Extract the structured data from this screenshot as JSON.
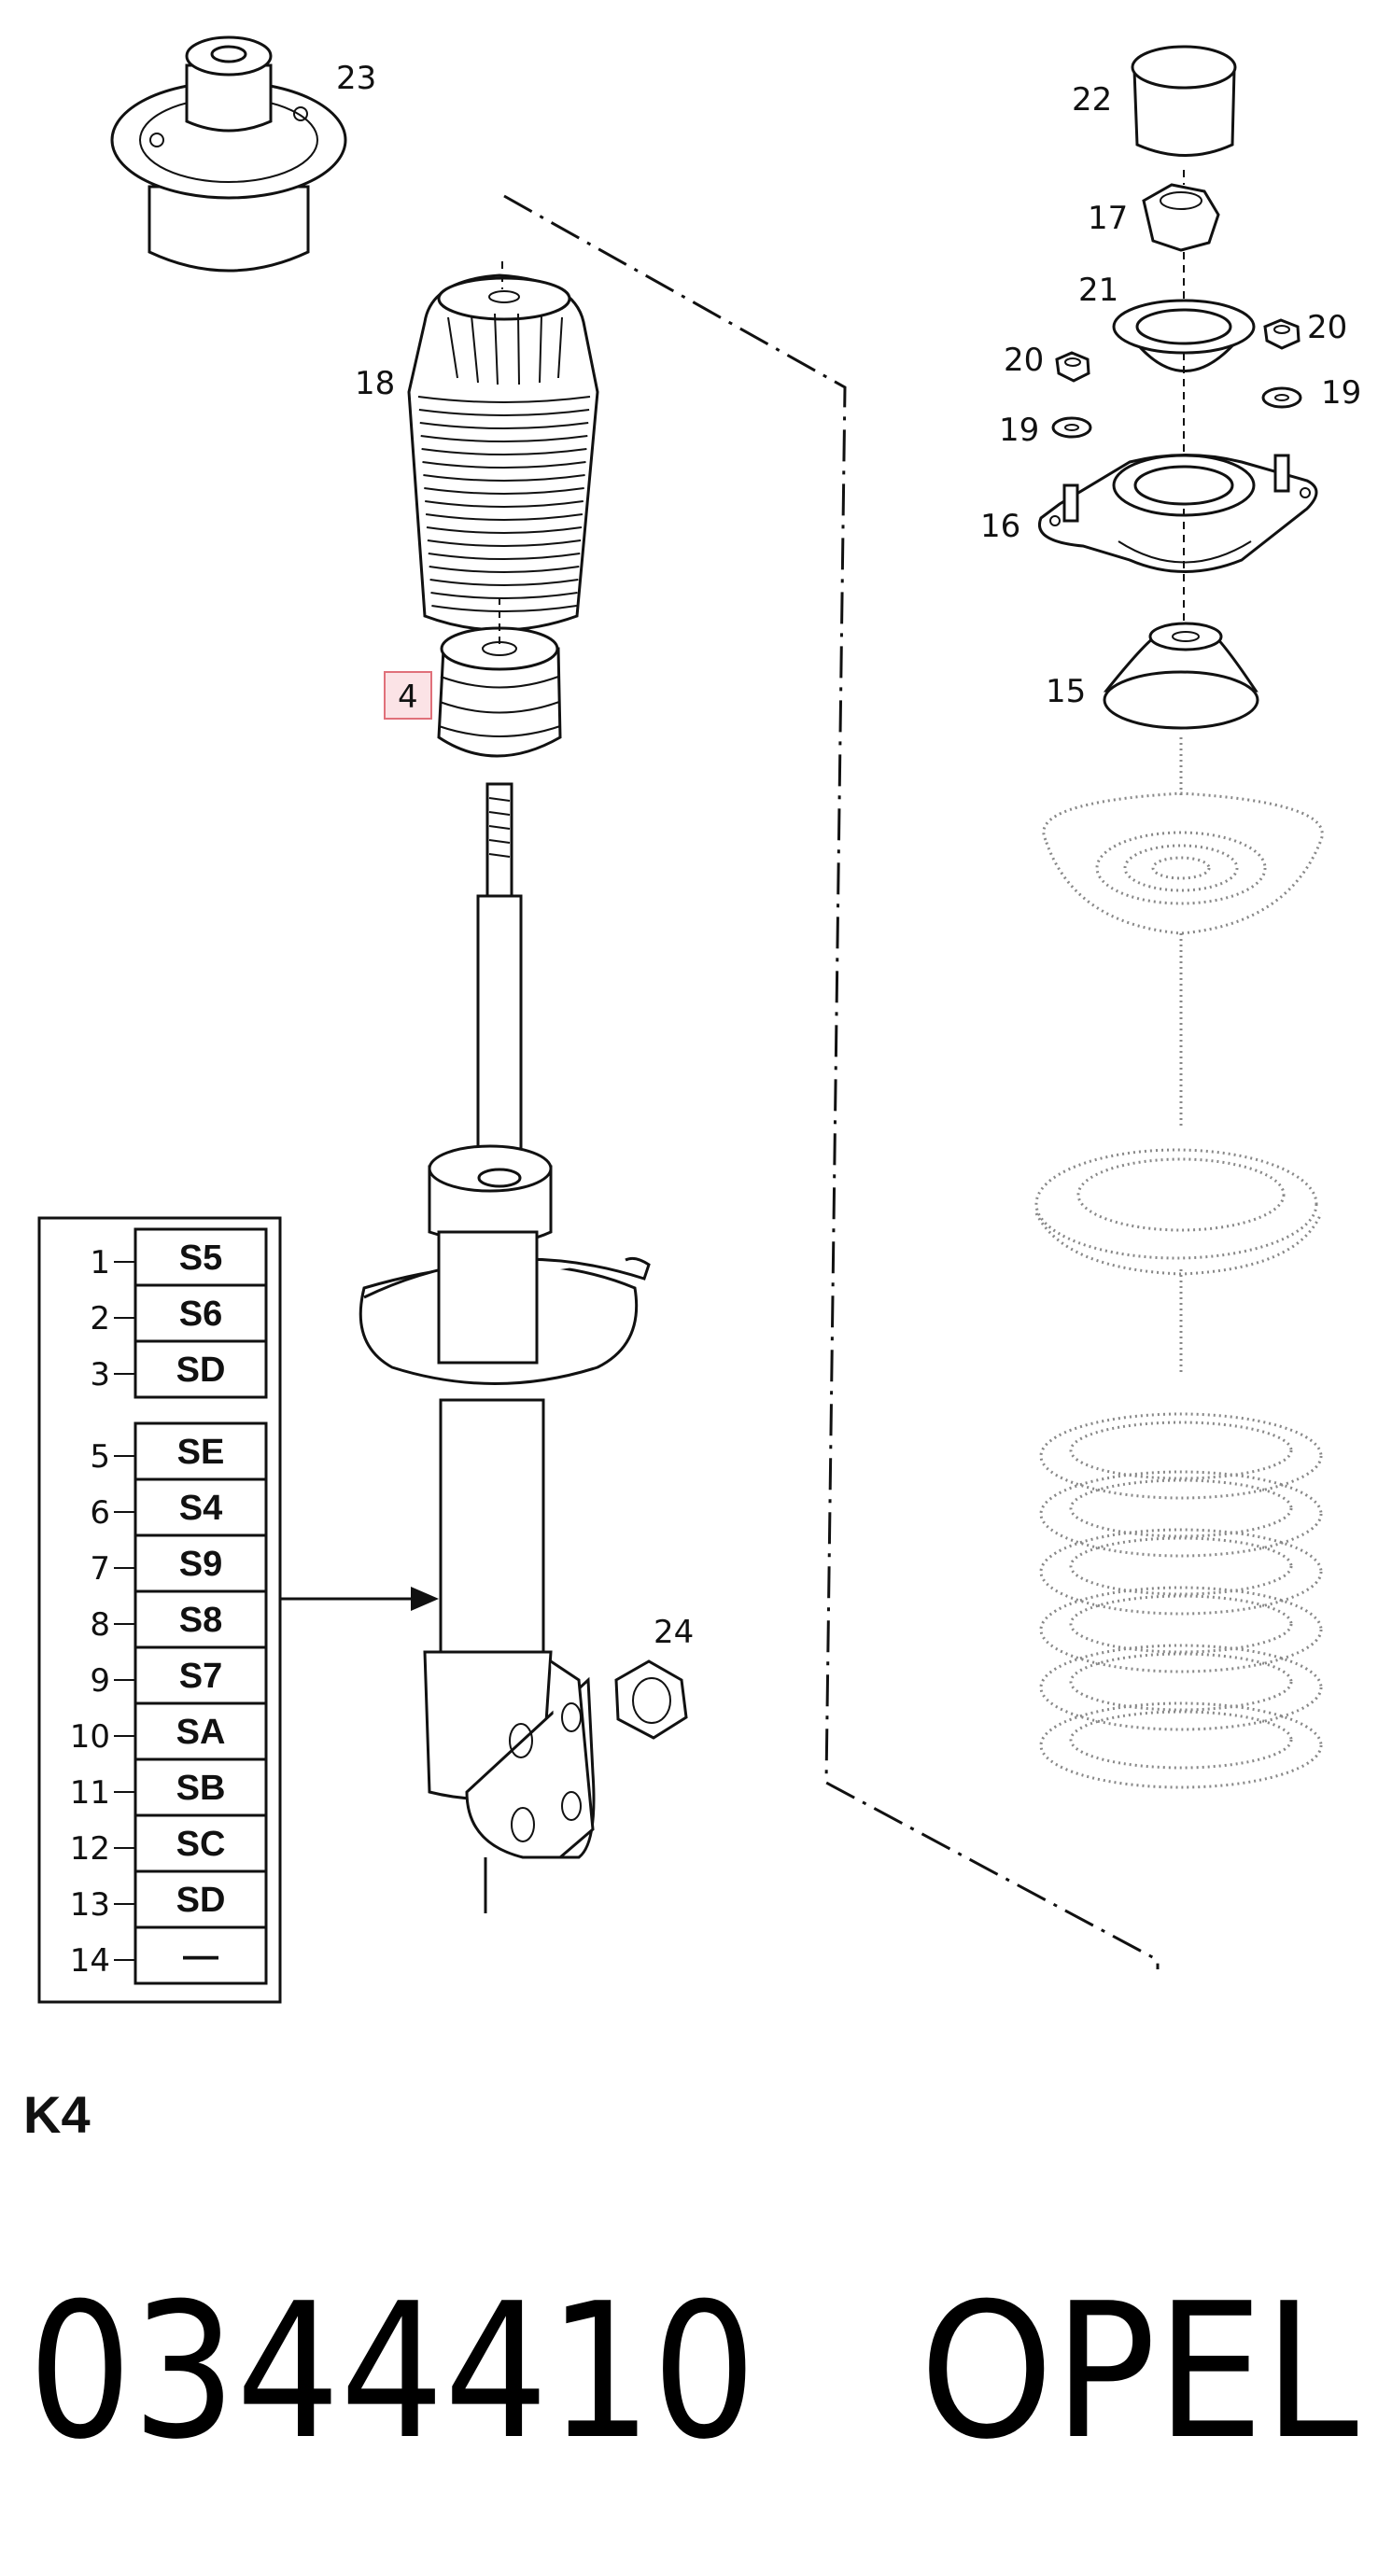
{
  "callouts": {
    "c23": "23",
    "c22": "22",
    "c17": "17",
    "c21": "21",
    "c20a": "20",
    "c20b": "20",
    "c19a": "19",
    "c19b": "19",
    "c16": "16",
    "c18": "18",
    "c15": "15",
    "c4": "4",
    "c24": "24"
  },
  "highlight_color": "#e0707a",
  "code_table": {
    "group1": [
      {
        "num": "1",
        "code": "S5"
      },
      {
        "num": "2",
        "code": "S6"
      },
      {
        "num": "3",
        "code": "SD"
      }
    ],
    "group2": [
      {
        "num": "5",
        "code": "SE"
      },
      {
        "num": "6",
        "code": "S4"
      },
      {
        "num": "7",
        "code": "S9"
      },
      {
        "num": "8",
        "code": "S8"
      },
      {
        "num": "9",
        "code": "S7"
      },
      {
        "num": "10",
        "code": "SA"
      },
      {
        "num": "11",
        "code": "SB"
      },
      {
        "num": "12",
        "code": "SC"
      },
      {
        "num": "13",
        "code": "SD"
      },
      {
        "num": "14",
        "code": "—"
      }
    ]
  },
  "section_label": "K4",
  "part_number": "0344410",
  "brand": "OPEL"
}
